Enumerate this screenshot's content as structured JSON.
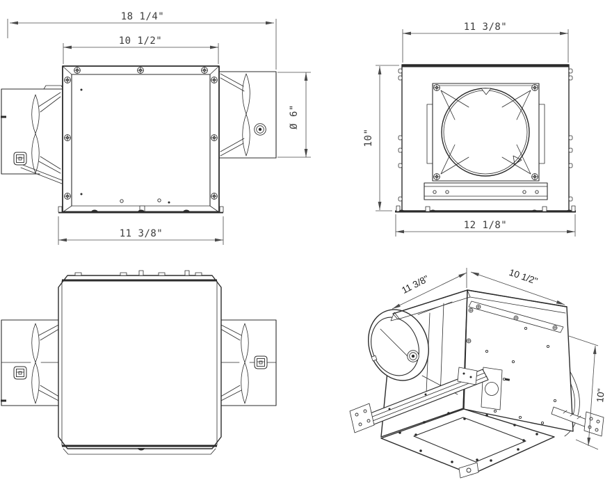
{
  "drawing": {
    "background": "#ffffff",
    "line_color": "#2b2b2b",
    "dim_color": "#4a4a4a",
    "views": {
      "top": {
        "name": "top-view",
        "dim_overall_width": "18 1/4\"",
        "dim_grille_opening": "10 1/2\"",
        "dim_duct_diameter": "Ø 6\"",
        "dim_housing_width": "11 3/8\""
      },
      "front": {
        "name": "front-view",
        "dim_top_width": "11 3/8\"",
        "dim_height": "10\"",
        "dim_bottom_width": "12 1/8\""
      },
      "bottom": {
        "name": "bottom-view"
      },
      "isometric": {
        "name": "isometric-view",
        "dim_depth": "11 3/8\"",
        "dim_width": "10 1/2\"",
        "dim_height": "10\""
      }
    }
  }
}
